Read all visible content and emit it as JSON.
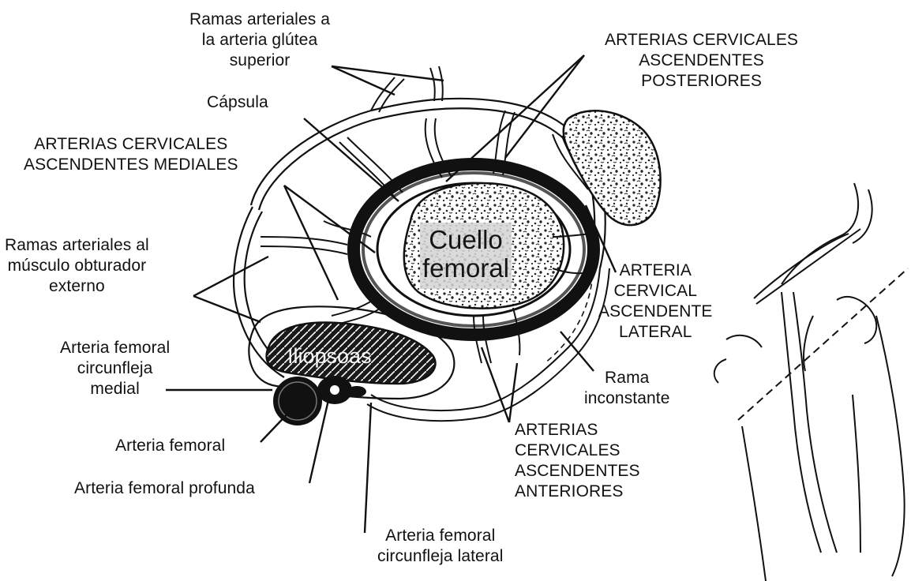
{
  "labels": {
    "ramas_glutea": "Ramas arteriales a\nla arteria glútea\nsuperior",
    "capsula": "Cápsula",
    "posteriores": "ARTERIAS CERVICALES\nASCENDENTES\nPOSTERIORES",
    "mediales": "ARTERIAS CERVICALES\nASCENDENTES MEDIALES",
    "obturador": "Ramas arteriales al\nmúsculo obturador\nexterno",
    "circ_medial": "Arteria femoral\ncircunfleja\nmedial",
    "femoral": "Arteria femoral",
    "profunda": "Arteria femoral profunda",
    "circ_lateral": "Arteria femoral\ncircunfleja lateral",
    "anteriores": "ARTERIAS\nCERVICALES\nASCENDENTES\nANTERIORES",
    "rama_inconstante": "Rama\ninconstante",
    "lateral": "ARTERIA\nCERVICAL\nASCENDENTE\nLATERAL",
    "cuello": "Cuello\nfemoral",
    "iliopsoas": "Iliopsoas"
  }
}
